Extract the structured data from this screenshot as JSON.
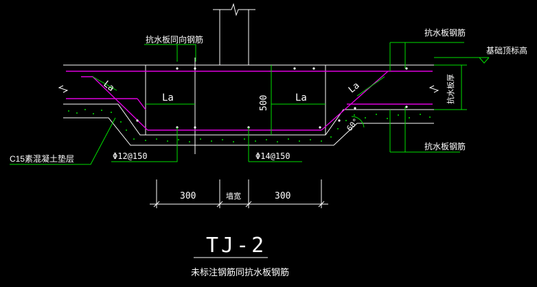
{
  "labels": {
    "anti_water_same_direction": "抗水板同向钢筋",
    "anti_water_rebar_top": "抗水板钢筋",
    "foundation_top_elevation": "基础顶标高",
    "anti_water_thickness": "抗水板厚",
    "anti_water_rebar_bottom": "抗水板钢筋",
    "la_left_top": "La",
    "la_left_mid": "La",
    "la_right_mid": "La",
    "la_right_top": "La",
    "dim_500": "500",
    "angle": "60°",
    "cushion": "C15素混凝土垫层",
    "rebar_left": "Φ12@150",
    "rebar_right": "Φ14@150",
    "dim_left": "300",
    "dim_mid": "墙宽",
    "dim_right": "300",
    "title": "TJ-2",
    "note": "未标注钢筋同抗水板钢筋"
  },
  "colors": {
    "magenta": "#e000e0",
    "green": "#00e000",
    "white": "#ffffff",
    "background": "#000000"
  }
}
